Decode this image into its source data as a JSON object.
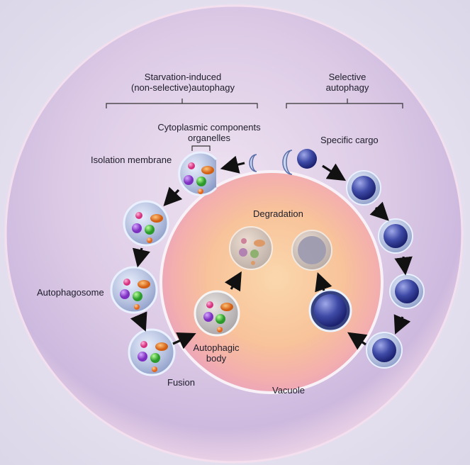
{
  "labels": {
    "starvation_line1": "Starvation-induced",
    "starvation_line2": "(non-selective)autophagy",
    "selective_line1": "Selective",
    "selective_line2": "autophagy",
    "cytoplasmic_line1": "Cytoplasmic components",
    "cytoplasmic_line2": "organelles",
    "isolation_membrane": "Isolation membrane",
    "specific_cargo": "Specific cargo",
    "degradation": "Degradation",
    "autophagosome": "Autophagosome",
    "autophagic_body_line1": "Autophagic",
    "autophagic_body_line2": "body",
    "fusion": "Fusion",
    "vacuole": "Vacuole"
  },
  "colors": {
    "cell_fill": "#d7c6e3",
    "vacuole_core": "#f9c79a",
    "vacuole_edge": "#f2a8b0",
    "cargo": "#3f4aa8",
    "arrow": "#111111"
  }
}
